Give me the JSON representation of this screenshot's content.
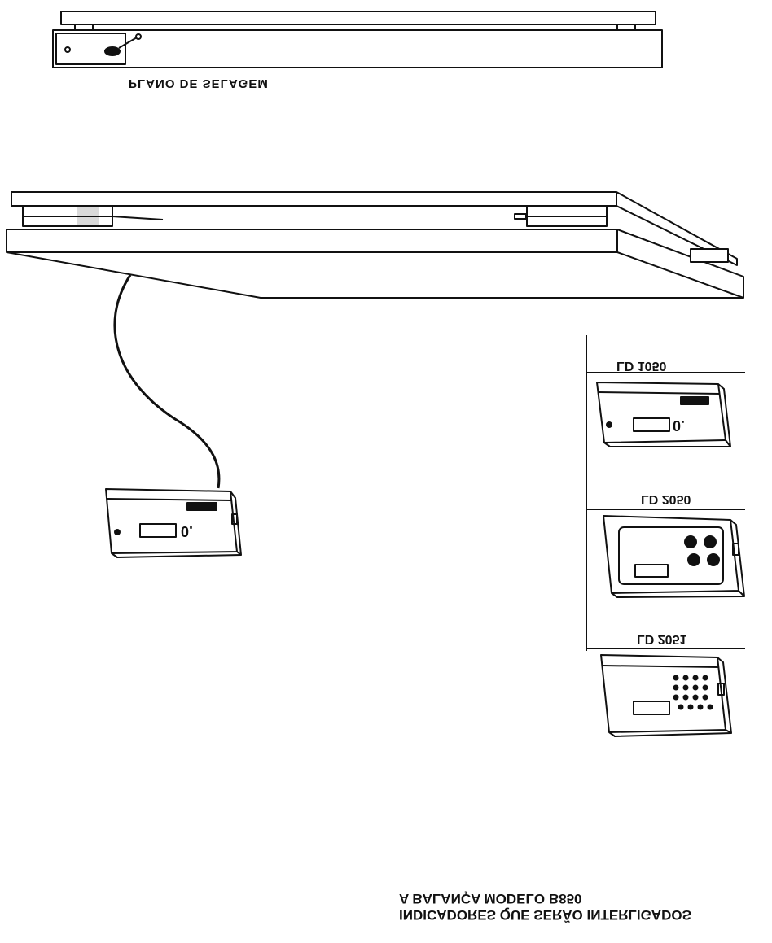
{
  "seal_plan_label": "PLANO DE SELAGEM",
  "indicator_models": [
    {
      "model": "LD 1050"
    },
    {
      "model": "LD 2050"
    },
    {
      "model": "LD 2051"
    }
  ],
  "caption": {
    "line1": "INDICADORES QUE SERÃO INTERLIGADOS",
    "line2": "A BALANÇA MODELO B850"
  },
  "colors": {
    "ink": "#111111",
    "paper": "#ffffff"
  }
}
